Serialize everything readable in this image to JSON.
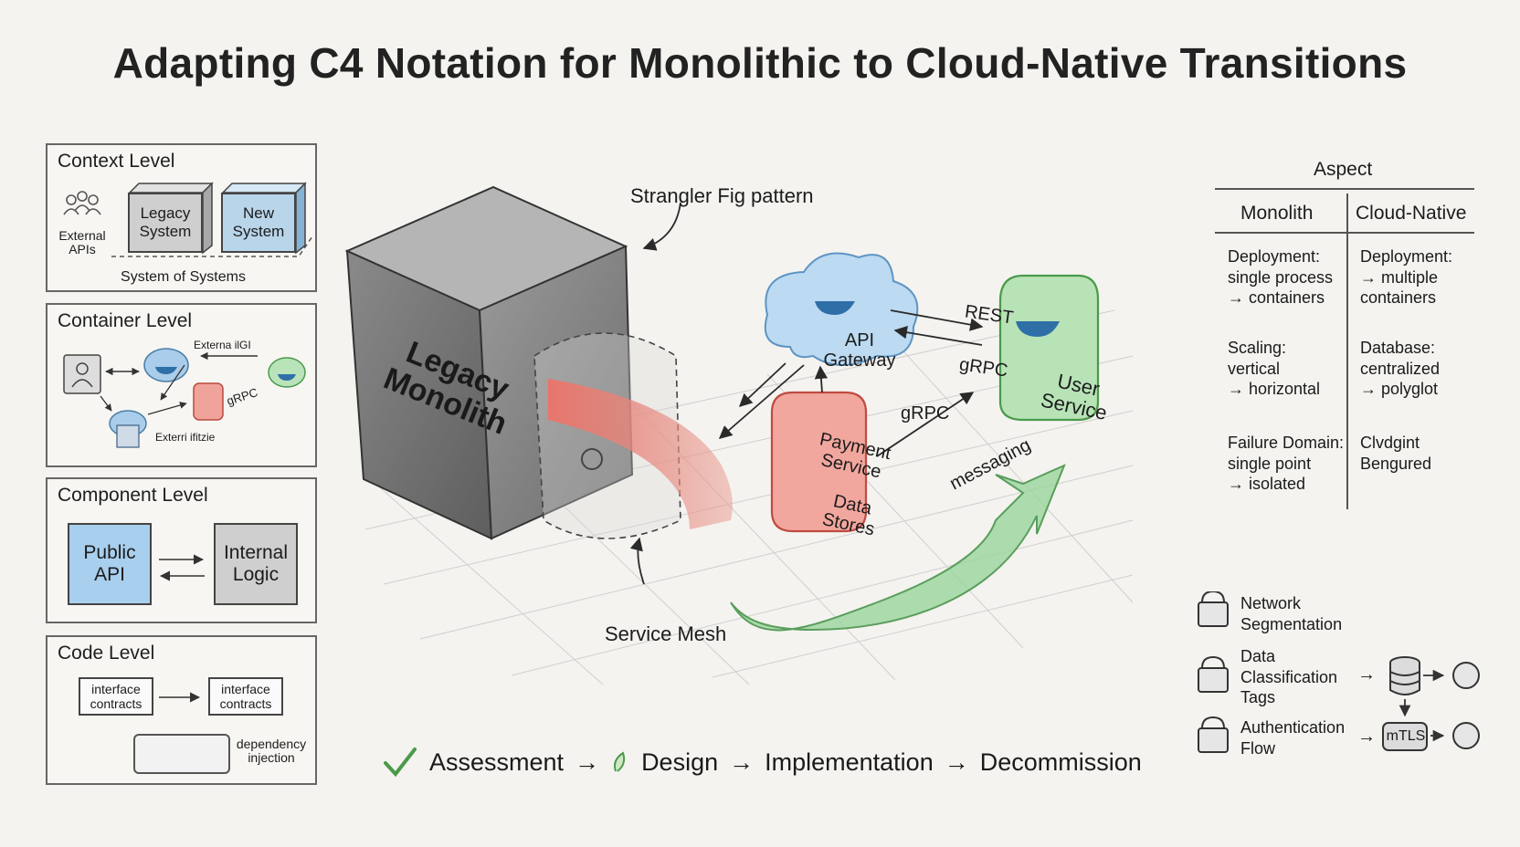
{
  "title": "Adapting C4 Notation for Monolithic to Cloud-Native Transitions",
  "levels": {
    "context": {
      "title": "Context Level",
      "external": "External APIs",
      "legacy": "Legacy System",
      "new": "New System",
      "caption": "System of Systems"
    },
    "container": {
      "title": "Container Level",
      "label_top": "Externa ilGI",
      "label_grpc": "gRPC",
      "label_bottom": "Exterri ifitzie"
    },
    "component": {
      "title": "Component Level",
      "public_api": "Public API",
      "internal_logic": "Internal Logic"
    },
    "code": {
      "title": "Code Level",
      "interface_a": "interface contracts",
      "interface_b": "interface contracts",
      "dependency": "dependency injection"
    }
  },
  "center": {
    "monolith": "Legacy Monolith",
    "strangler": "Strangler Fig pattern",
    "service_mesh": "Service Mesh",
    "api_gateway": "API Gateway",
    "user_service": "User Service",
    "payment": "Payment Service",
    "data_stores": "Data Stores",
    "rest": "REST",
    "grpc_top": "gRPC",
    "grpc_mid": "gRPC",
    "messaging": "messaging"
  },
  "flow": {
    "assessment": "Assessment",
    "design": "Design",
    "implementation": "Implementation",
    "decommission": "Decommission",
    "arrow": "→"
  },
  "table": {
    "header": "Aspect",
    "col1": "Monolith",
    "col2": "Cloud-Native",
    "rows": [
      {
        "left": [
          "Deployment:",
          "single process",
          "→ containers"
        ],
        "right": [
          "Deployment:",
          "→ multiple",
          "containers"
        ]
      },
      {
        "left": [
          "Scaling:",
          "vertical",
          "→ horizontal"
        ],
        "right": [
          "Database:",
          "centralized",
          "→ polyglot"
        ]
      },
      {
        "left": [
          "Failure Domain:",
          "single point",
          "→ isolated"
        ],
        "right": [
          "Clvdgint",
          "Bengured"
        ]
      }
    ]
  },
  "security": {
    "network": "Network Segmentation",
    "data_class": "Data Classification Tags",
    "auth": "Authentication Flow",
    "mtls": "mTLS",
    "arrow": "→"
  },
  "colors": {
    "red": "#e8756b",
    "green": "#8ccf8e",
    "blue": "#9cc7ea",
    "monolith": "#6d6d6d"
  }
}
